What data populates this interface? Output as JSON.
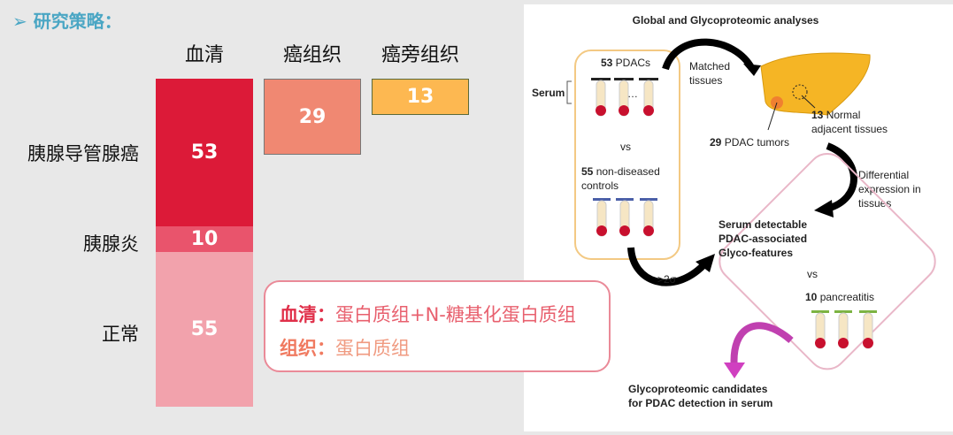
{
  "title": "➢ 研究策略：",
  "columns": [
    "血清",
    "癌组织",
    "癌旁组织"
  ],
  "rows": [
    "胰腺导管腺癌",
    "胰腺炎",
    "正常"
  ],
  "serum": {
    "pdac": "53",
    "pancreatitis": "10",
    "normal": "55"
  },
  "cancer_tissue": "29",
  "adjacent_tissue": "13",
  "colors": {
    "pdac": "#dc1a38",
    "pancreatitis": "#e9546c",
    "normal": "#f2a2ac",
    "cancer_tissue": "#f08872",
    "adjacent_tissue": "#fdb851"
  },
  "callout": {
    "serum_label": "血清：",
    "serum_text": "蛋白质组+N-糖基化蛋白质组",
    "tissue_label": "组织：",
    "tissue_text": "蛋白质组"
  },
  "figure": {
    "title": "Global and Glycoproteomic analyses",
    "pdac_n": "53",
    "pdac_label": " PDACs",
    "serum": "Serum",
    "vs1": "vs",
    "ctrl_n": "55",
    "ctrl_label": " non-diseased",
    "ctrl_label2": "controls",
    "matched1": "Matched",
    "matched2": "tissues",
    "normal_n": "13",
    "normal_label": " Normal",
    "normal_label2": "adjacent tissues",
    "tumor_n": "29",
    "tumor_label": " PDAC tumors",
    "diff1": "Differential",
    "diff2": "expression in",
    "diff3": "tissues",
    "sigma": ">2σ",
    "detect1": "Serum detectable",
    "detect2": "PDAC-associated",
    "detect3": "Glyco-features",
    "vs2": "vs",
    "panc_n": "10",
    "panc_label": " pancreatitis",
    "cand1": "Glycoproteomic candidates",
    "cand2": "for PDAC detection in serum",
    "dots": "…"
  }
}
